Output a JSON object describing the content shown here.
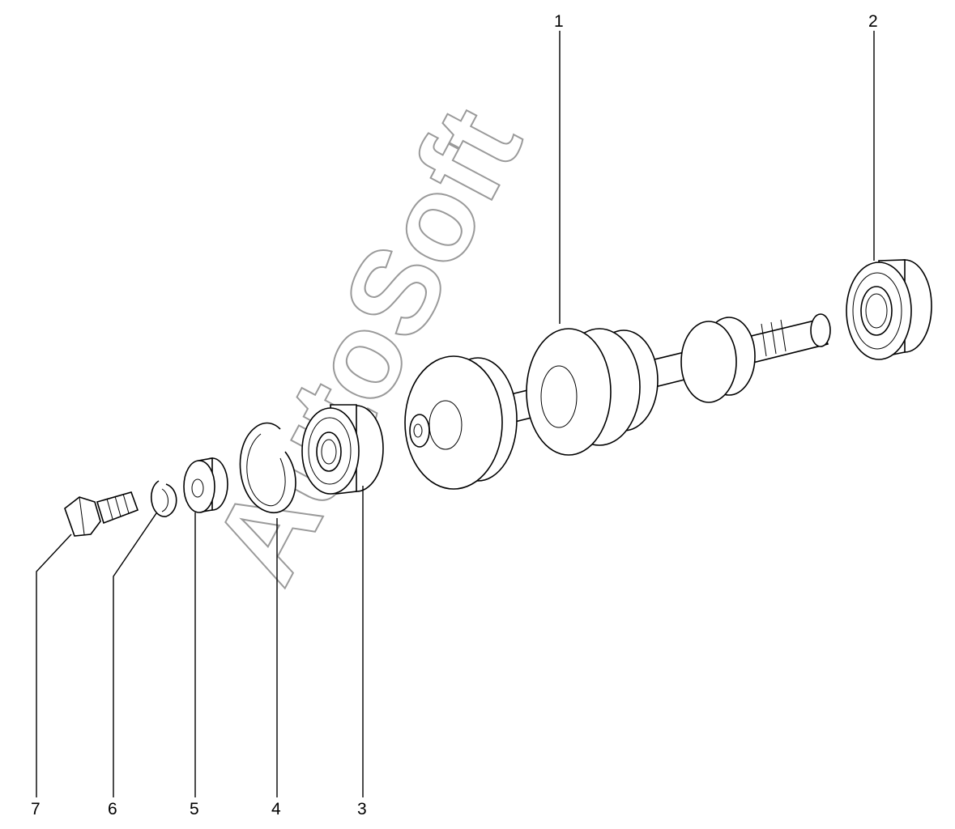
{
  "diagram": {
    "watermark": "AutoSoft",
    "callouts": [
      {
        "id": "1",
        "label": "1"
      },
      {
        "id": "2",
        "label": "2"
      },
      {
        "id": "3",
        "label": "3"
      },
      {
        "id": "4",
        "label": "4"
      },
      {
        "id": "5",
        "label": "5"
      },
      {
        "id": "6",
        "label": "6"
      },
      {
        "id": "7",
        "label": "7"
      }
    ]
  }
}
